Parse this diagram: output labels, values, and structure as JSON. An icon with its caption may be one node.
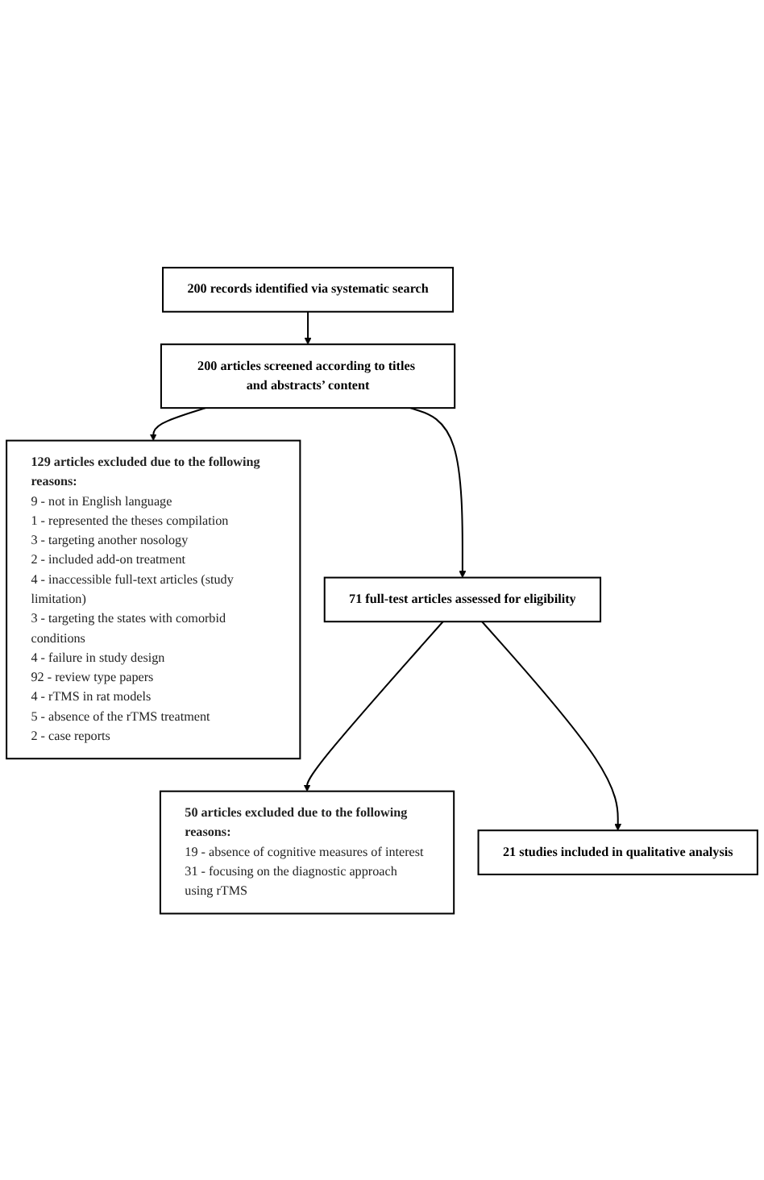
{
  "diagram": {
    "nodes": [
      {
        "text": [
          "200 records identified via systematic search"
        ]
      },
      {
        "text": [
          "200 articles screened according to titles and abstracts’ content"
        ]
      },
      {
        "text": [
          "129 articles excluded due to the following reasons:",
          "9 - not in English language",
          "1 - represented the theses compilation",
          "3 - targeting another nosology",
          "2 - included add-on treatment",
          "4 - inaccessible full-text articles (study limitation)",
          "3 - targeting the states with comorbid conditions",
          "4 - failure in study design",
          "92 - review type papers",
          "4 - rTMS in rat models",
          "5 - absence of the rTMS treatment",
          "2 - case reports"
        ]
      },
      {
        "text": [
          "71 full-test articles assessed for eligibility"
        ]
      },
      {
        "text": [
          "50 articles excluded due to the following reasons:",
          "19 - absence of cognitive measures of interest",
          "31 - focusing on the diagnostic approach using rTMS"
        ]
      },
      {
        "text": [
          "21 studies included in qualitative analysis"
        ]
      }
    ],
    "edges": [
      {
        "from": 0,
        "to": 1,
        "arrow": "to"
      },
      {
        "from": 1,
        "to": 2,
        "arrow": "to"
      },
      {
        "from": 1,
        "to": 3,
        "arrow": "to"
      },
      {
        "from": 3,
        "to": 4,
        "arrow": "to"
      },
      {
        "from": 3,
        "to": 5,
        "arrow": "to"
      }
    ]
  }
}
